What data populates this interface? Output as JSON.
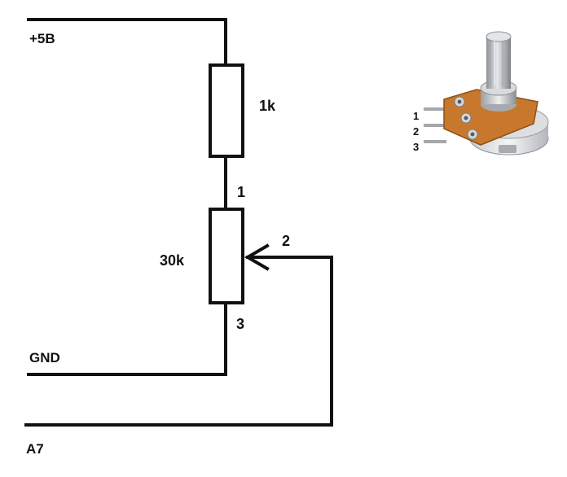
{
  "schematic": {
    "supply_label": "+5B",
    "ground_label": "GND",
    "output_label": "A7",
    "resistor_label": "1k",
    "pot_label": "30k",
    "pin1_label": "1",
    "pin2_label": "2",
    "pin3_label": "3"
  },
  "photo": {
    "pin_labels": [
      "1",
      "2",
      "3"
    ],
    "body_color": "#c8782c",
    "metal_color": "#b9bcc0"
  },
  "colors": {
    "ink": "#111111",
    "background": "#ffffff"
  }
}
